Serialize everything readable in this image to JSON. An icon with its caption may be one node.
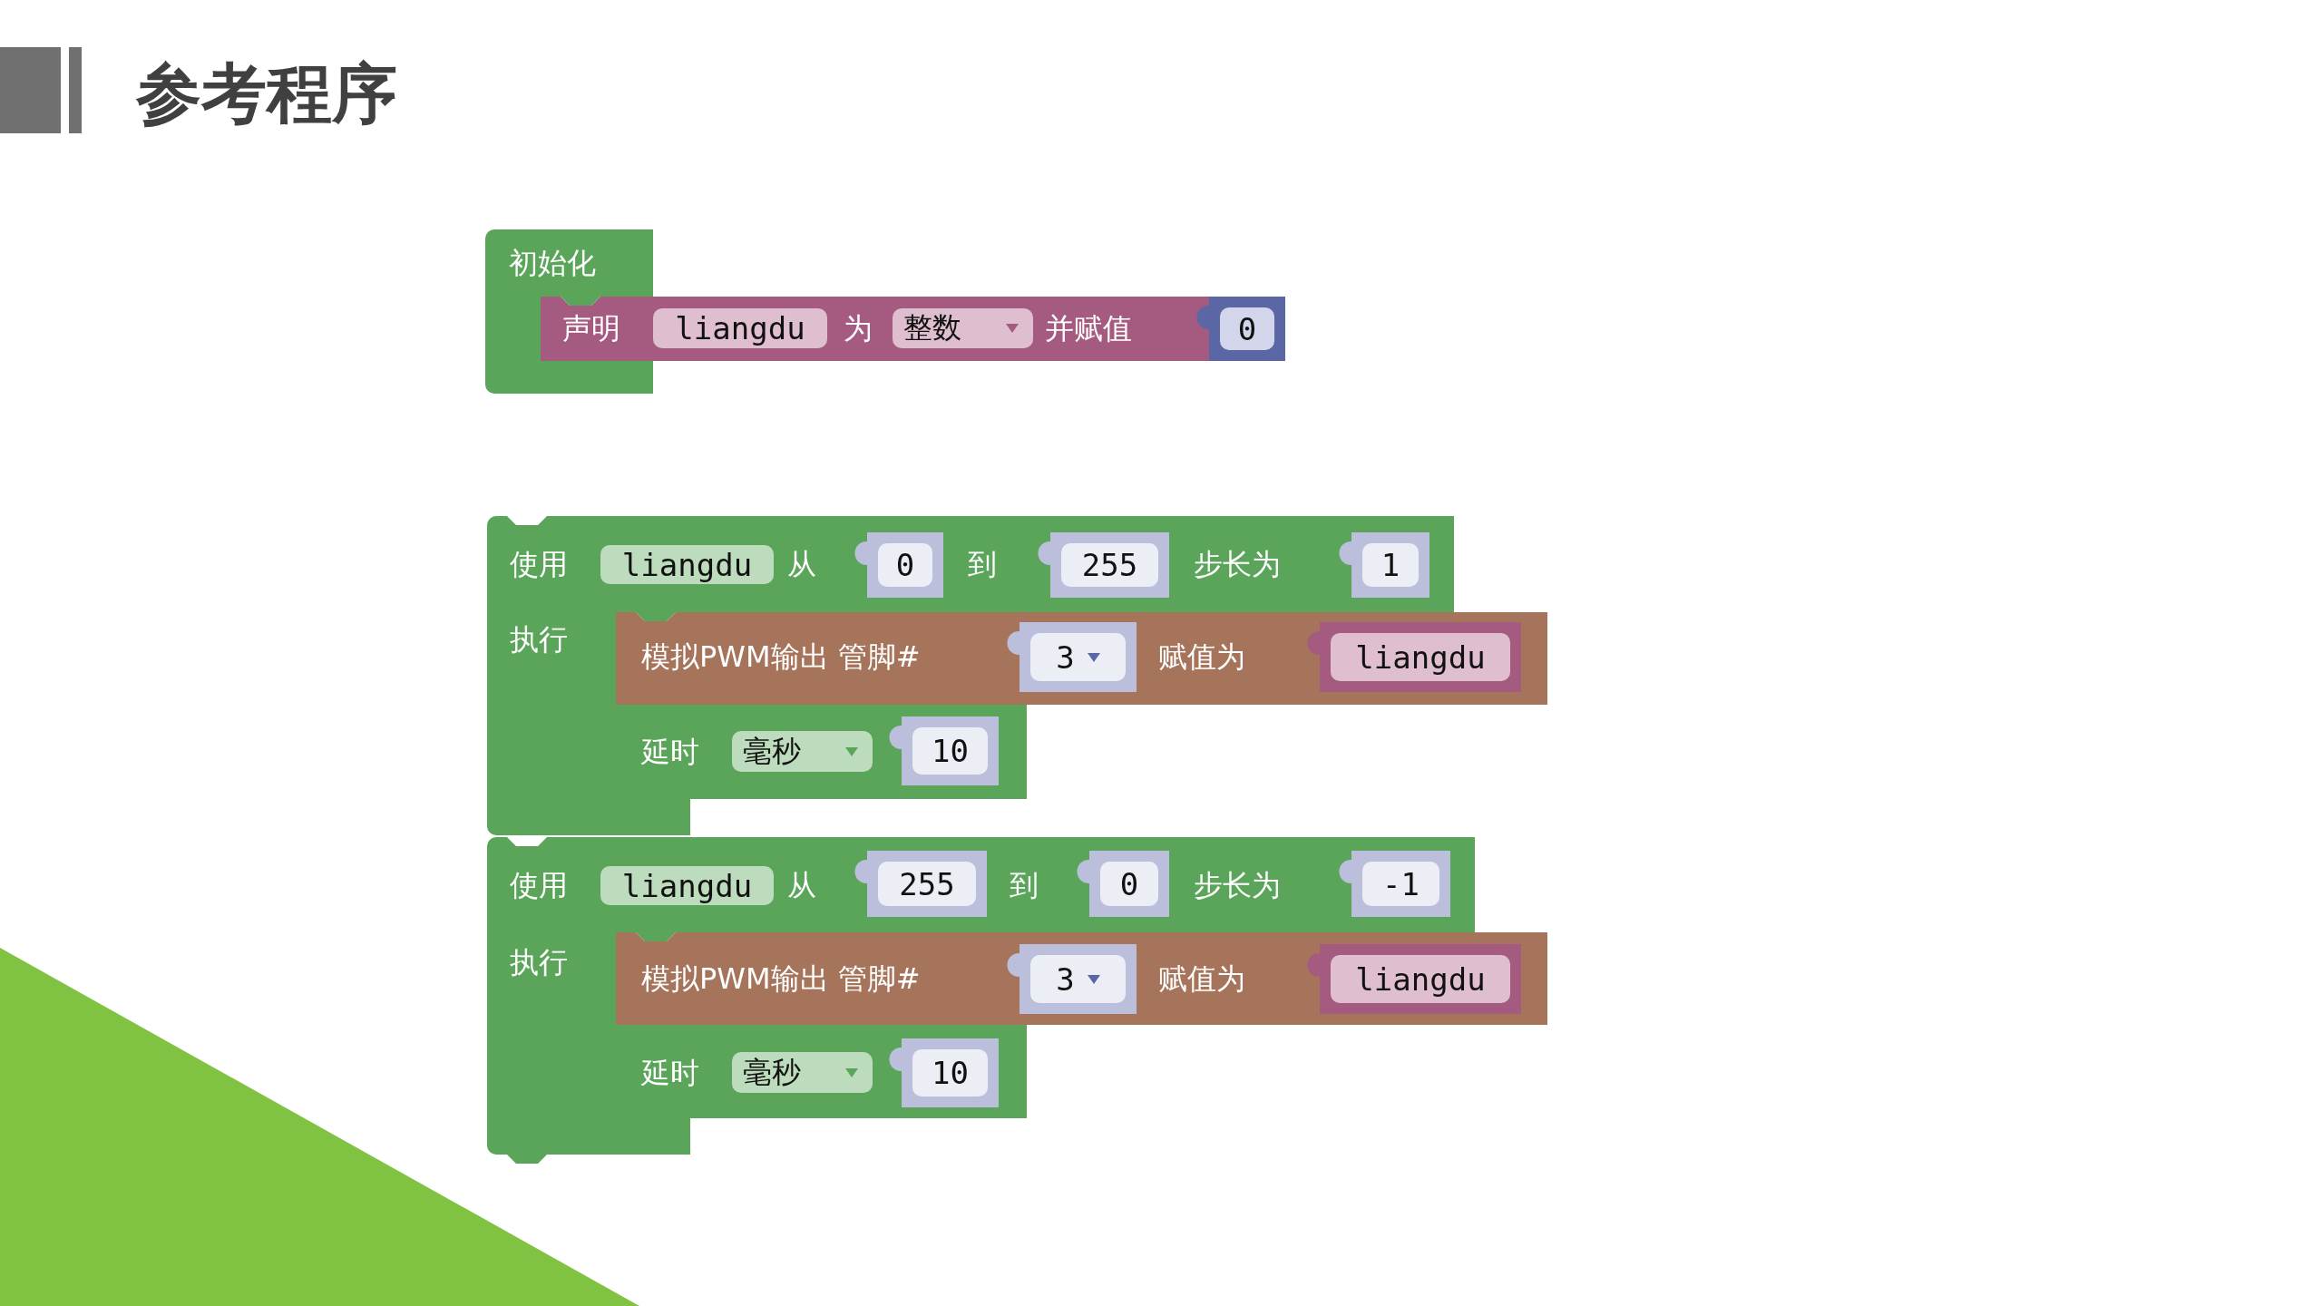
{
  "diagram": {
    "title": "参考程序",
    "nodes": [
      {
        "text": [
          "初始化"
        ]
      },
      {
        "text": [
          "声明",
          "为",
          "并赋值"
        ]
      },
      {
        "text": [
          "liangdu"
        ],
        "in": 1
      },
      {
        "text": [
          "整数"
        ],
        "in": 1
      },
      {
        "text": [
          "0"
        ]
      },
      {
        "text": [
          "使用",
          "从",
          "到",
          "步长为",
          "执行"
        ]
      },
      {
        "text": [
          "liangdu"
        ],
        "in": 5
      },
      {
        "text": [
          "0"
        ],
        "in": 5
      },
      {
        "text": [
          "255"
        ],
        "in": 5
      },
      {
        "text": [
          "1"
        ],
        "in": 5
      },
      {
        "text": [
          "模拟PWM输出 管脚#",
          "赋值为"
        ],
        "in": 5
      },
      {
        "text": [
          "3"
        ],
        "in": 10
      },
      {
        "text": [
          "liangdu"
        ],
        "in": 10
      },
      {
        "text": [
          "延时"
        ],
        "in": 5
      },
      {
        "text": [
          "毫秒"
        ],
        "in": 13
      },
      {
        "text": [
          "10"
        ],
        "in": 13
      },
      {
        "text": [
          "使用",
          "从",
          "到",
          "步长为",
          "执行"
        ]
      },
      {
        "text": [
          "liangdu"
        ],
        "in": 16
      },
      {
        "text": [
          "255"
        ],
        "in": 16
      },
      {
        "text": [
          "0"
        ],
        "in": 16
      },
      {
        "text": [
          "-1"
        ],
        "in": 16
      },
      {
        "text": [
          "模拟PWM输出 管脚#",
          "赋值为"
        ],
        "in": 16
      },
      {
        "text": [
          "3"
        ],
        "in": 21
      },
      {
        "text": [
          "liangdu"
        ],
        "in": 21
      },
      {
        "text": [
          "延时"
        ],
        "in": 16
      },
      {
        "text": [
          "毫秒"
        ],
        "in": 24
      },
      {
        "text": [
          "10"
        ],
        "in": 24
      }
    ]
  }
}
